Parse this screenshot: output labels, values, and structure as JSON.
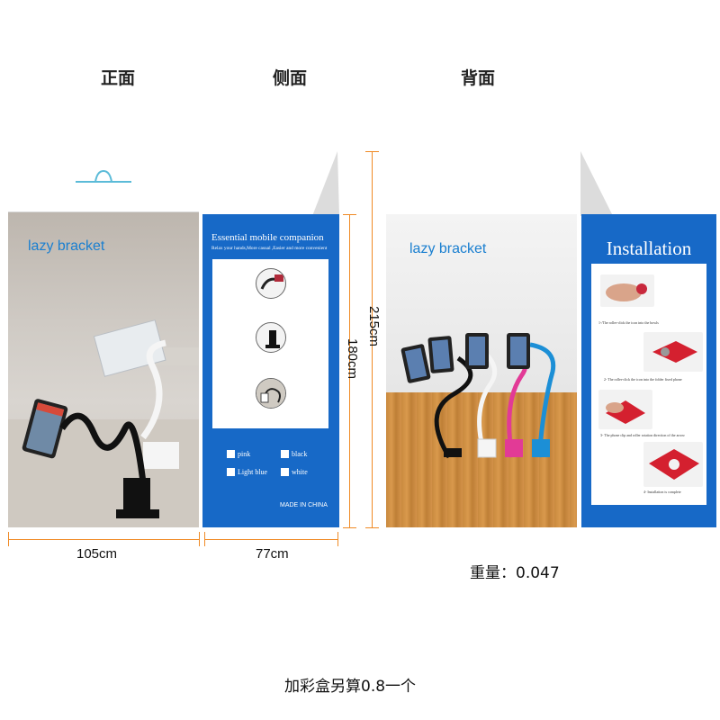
{
  "views": {
    "front": "正面",
    "side": "侧面",
    "back": "背面"
  },
  "front_panel": {
    "product_title": "lazy bracket"
  },
  "side_panel": {
    "heading": "Essential mobile companion",
    "subheading": "Relax your hands,More casual ,Easier and more convenient",
    "color_options": [
      "pink",
      "black",
      "Light blue",
      "white"
    ],
    "made_in": "MADE IN CHINA"
  },
  "back_panel": {
    "product_title": "lazy bracket"
  },
  "installation_panel": {
    "title": "Installation",
    "steps": [
      "1-/The roller-click the icon into the bowls",
      "2-  The roller-click the icon into the folder fixed phone",
      "3-  The phone clip and roller rotation direction of the arrow",
      "4-  Installation is complete"
    ]
  },
  "dimensions": {
    "front_width": "105cm",
    "side_width": "77cm",
    "height_short": "180cm",
    "height_tall": "215cm"
  },
  "weight": {
    "label": "重量：",
    "value": "0.047"
  },
  "footer_note": "加彩盒另算0.8一个",
  "colors": {
    "accent_blue": "#1769c7",
    "title_blue": "#1a7fd0",
    "dimension_orange": "#f08a24",
    "floor_wood": "#c98a3f"
  }
}
